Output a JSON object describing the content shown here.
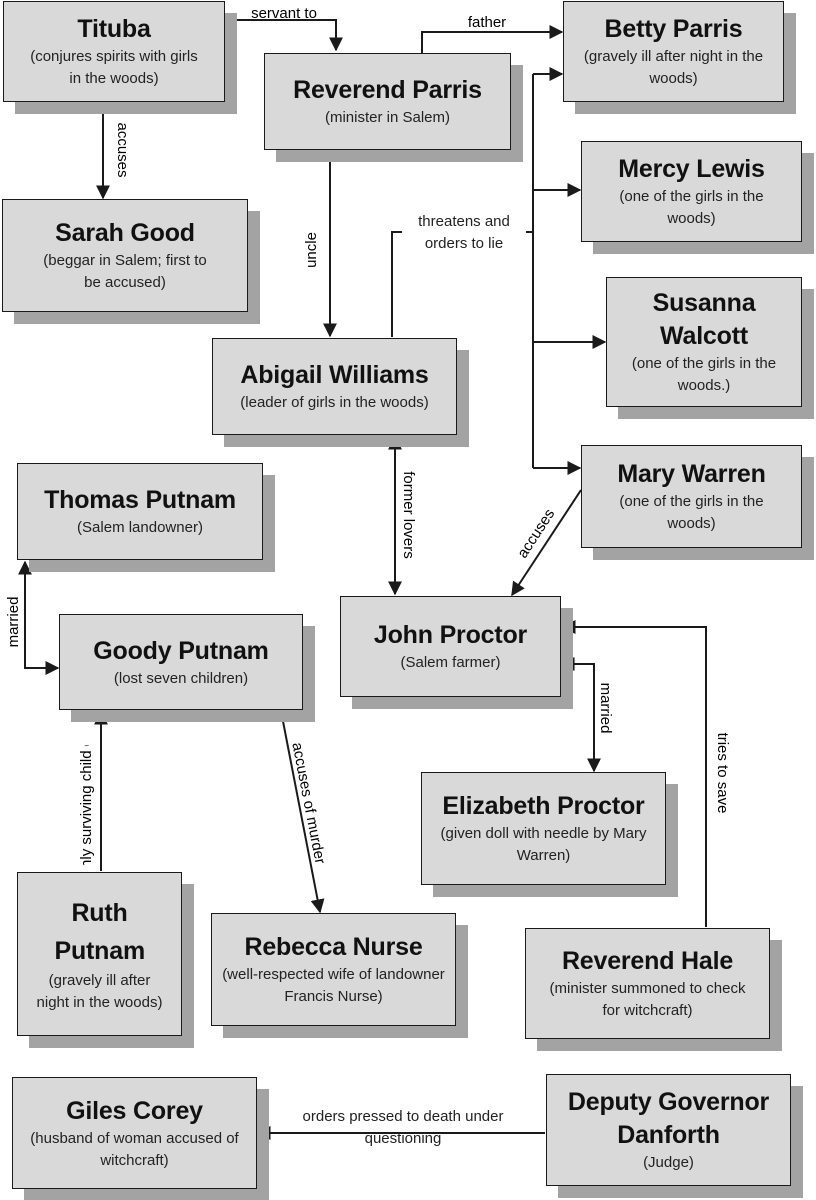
{
  "nodes": {
    "tituba": {
      "name": "Tituba",
      "desc": "(conjures spirits with girls in the woods)"
    },
    "parris": {
      "name": "Reverend Parris",
      "desc": "(minister in Salem)"
    },
    "betty": {
      "name": "Betty Parris",
      "desc": "(gravely ill after night in the woods)"
    },
    "sarah": {
      "name": "Sarah Good",
      "desc": "(beggar in Salem; first to be accused)"
    },
    "mercy": {
      "name": "Mercy Lewis",
      "desc": "(one of the girls in the woods)"
    },
    "susanna": {
      "name": "Susanna Walcott",
      "desc": "(one of the girls in the woods.)"
    },
    "abigail": {
      "name": "Abigail Williams",
      "desc": "(leader of girls in the woods)"
    },
    "thomas": {
      "name": "Thomas Putnam",
      "desc": "(Salem landowner)"
    },
    "mary": {
      "name": "Mary Warren",
      "desc": "(one of the girls in the woods)"
    },
    "goody": {
      "name": "Goody Putnam",
      "desc": "(lost seven children)"
    },
    "john": {
      "name": "John Proctor",
      "desc": "(Salem farmer)"
    },
    "elizabeth": {
      "name": "Elizabeth Proctor",
      "desc": "(given doll with needle by Mary Warren)"
    },
    "ruth": {
      "name": "Ruth Putnam",
      "desc": "(gravely ill after night in the woods)"
    },
    "rebecca": {
      "name": "Rebecca Nurse",
      "desc": "(well-respected wife of landowner Francis Nurse)"
    },
    "hale": {
      "name": "Reverend Hale",
      "desc": "(minister summoned to check for witchcraft)"
    },
    "giles": {
      "name": "Giles Corey",
      "desc": "(husband of woman accused of witchcraft)"
    },
    "danforth": {
      "name": "Deputy Governor Danforth",
      "desc": "(Judge)"
    }
  },
  "edges": {
    "servant_to": "servant to",
    "father": "father",
    "accuses_tituba": "accuses",
    "uncle": "uncle",
    "threatens": "threatens and orders to lie",
    "former_lovers": "former lovers",
    "accuses_mary": "accuses",
    "married_putnam": "married",
    "married_proctor": "married",
    "accuses_of_murder": "accuses of murder",
    "only_surviving": "only surviving child of",
    "tries_to_save": "tries to save",
    "orders_pressed": "orders pressed to death under questioning"
  },
  "colors": {
    "box_fill": "#d9d9d9",
    "box_shadow": "#a3a3a3",
    "line": "#1a1a1a"
  }
}
